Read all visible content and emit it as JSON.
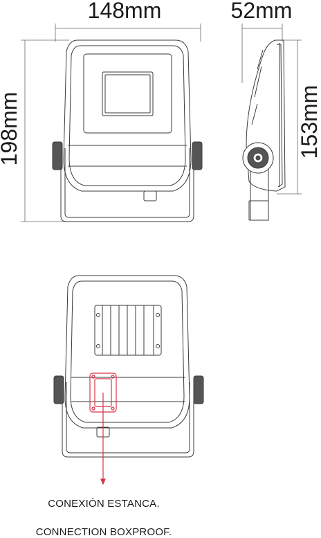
{
  "dimensions": {
    "width": "148mm",
    "height": "198mm",
    "depth": "52mm",
    "body_height": "153mm"
  },
  "captions": {
    "spanish": "CONEXIÓN ESTANCA.",
    "english": "CONNECTION BOXPROOF."
  },
  "colors": {
    "line": "#3a3a3a",
    "dim_line": "#555555",
    "highlight": "#d8324a"
  }
}
